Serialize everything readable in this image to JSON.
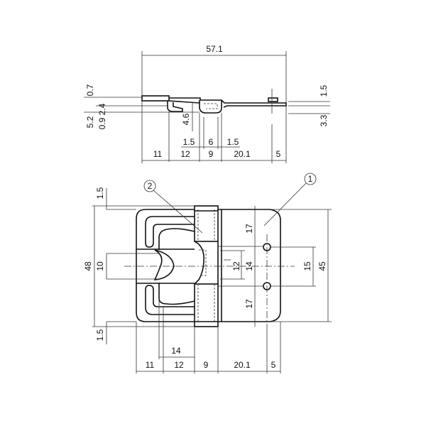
{
  "side_view": {
    "overall_length": "57.1",
    "left_dims": [
      "0.7",
      "2.4",
      "5.2",
      "0.9"
    ],
    "right_dims": [
      "1.5",
      "3.3"
    ],
    "depth": "4.6",
    "cup_dims": [
      "1.5",
      "6",
      "1.5"
    ],
    "bottom_dims": [
      "11",
      "12",
      "9",
      "20.1",
      "5"
    ]
  },
  "plan_view": {
    "callouts": [
      "2",
      "1"
    ],
    "left_dims": [
      "1.5",
      "48",
      "10",
      "1.5"
    ],
    "inner_dims": [
      "17",
      "12",
      "14",
      "17"
    ],
    "right_dims": [
      "15",
      "45"
    ],
    "slot_width": "14",
    "bottom_dims": [
      "11",
      "12",
      "9",
      "20.1",
      "5"
    ]
  }
}
